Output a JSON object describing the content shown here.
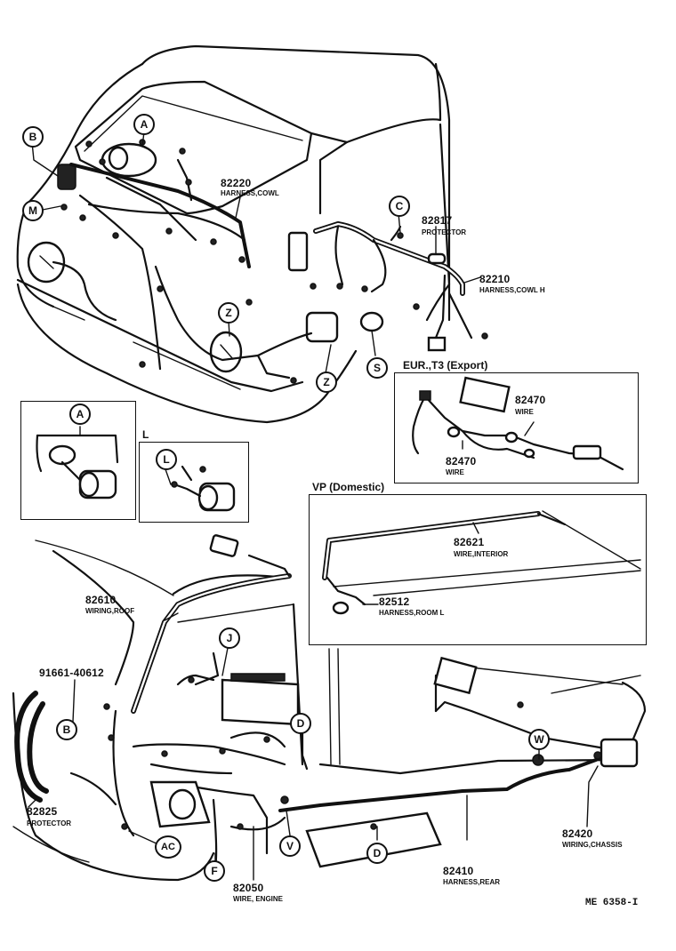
{
  "parts": {
    "p82220": {
      "number": "82220",
      "name": "HARNESS,COWL"
    },
    "p82817": {
      "number": "82817",
      "name": "PROTECTOR"
    },
    "p82210": {
      "number": "82210",
      "name": "HARNESS,COWL  H"
    },
    "p82470a": {
      "number": "82470",
      "name": "WIRE"
    },
    "p82470b": {
      "number": "82470",
      "name": "WIRE"
    },
    "p82621": {
      "number": "82621",
      "name": "WIRE,INTERIOR"
    },
    "p82512": {
      "number": "82512",
      "name": "HARNESS,ROOM L"
    },
    "p82610": {
      "number": "82610",
      "name": "WIRING,ROOF"
    },
    "p91661": {
      "number": "91661-40612",
      "name": ""
    },
    "p82825": {
      "number": "82825",
      "name": "PROTECTOR"
    },
    "p82050": {
      "number": "82050",
      "name": "WIRE, ENGINE"
    },
    "p82410": {
      "number": "82410",
      "name": "HARNESS,REAR"
    },
    "p82420": {
      "number": "82420",
      "name": "WIRING,CHASSIS"
    }
  },
  "insets": {
    "export": "EUR.,T3 (Export)",
    "domestic": "VP (Domestic)",
    "l_label": "L"
  },
  "callouts": {
    "A": "A",
    "B": "B",
    "M": "M",
    "C": "C",
    "Z": "Z",
    "S": "S",
    "L": "L",
    "J": "J",
    "D": "D",
    "W": "W",
    "AC": "AC",
    "F": "F",
    "V": "V"
  },
  "diagram_code": "ME  6358-I"
}
